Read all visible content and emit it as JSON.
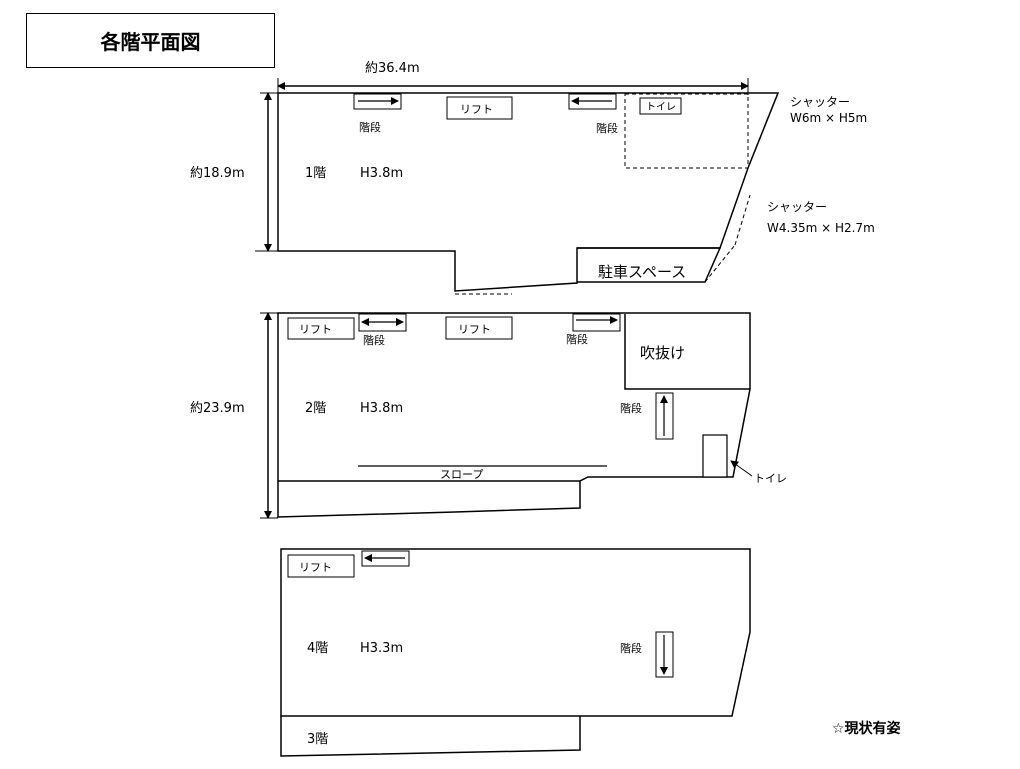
{
  "title": "各階平面図",
  "note": "☆現状有姿",
  "dimensions": {
    "width": "約36.4m",
    "depth_1f": "約18.9m",
    "depth_2f": "約23.9m"
  },
  "floor1": {
    "label": "1階",
    "height": "H3.8m",
    "stairs_left": "階段",
    "stairs_right": "階段",
    "lift": "リフト",
    "toilet": "トイレ",
    "parking": "駐車スペース",
    "shutter1_name": "シャッター",
    "shutter1_size": "W6m × H5m",
    "shutter2_name": "シャッター",
    "shutter2_size": "W4.35m × H2.7m"
  },
  "floor2": {
    "label": "2階",
    "height": "H3.8m",
    "lift_left": "リフト",
    "lift_center": "リフト",
    "stairs_left": "階段",
    "stairs_right": "階段",
    "stairs_vertical": "階段",
    "atrium": "吹抜け",
    "slope": "スロープ",
    "toilet": "トイレ"
  },
  "floor4": {
    "label": "4階",
    "height": "H3.3m",
    "lift": "リフト",
    "stairs": "階段"
  },
  "floor3": {
    "label": "3階"
  }
}
